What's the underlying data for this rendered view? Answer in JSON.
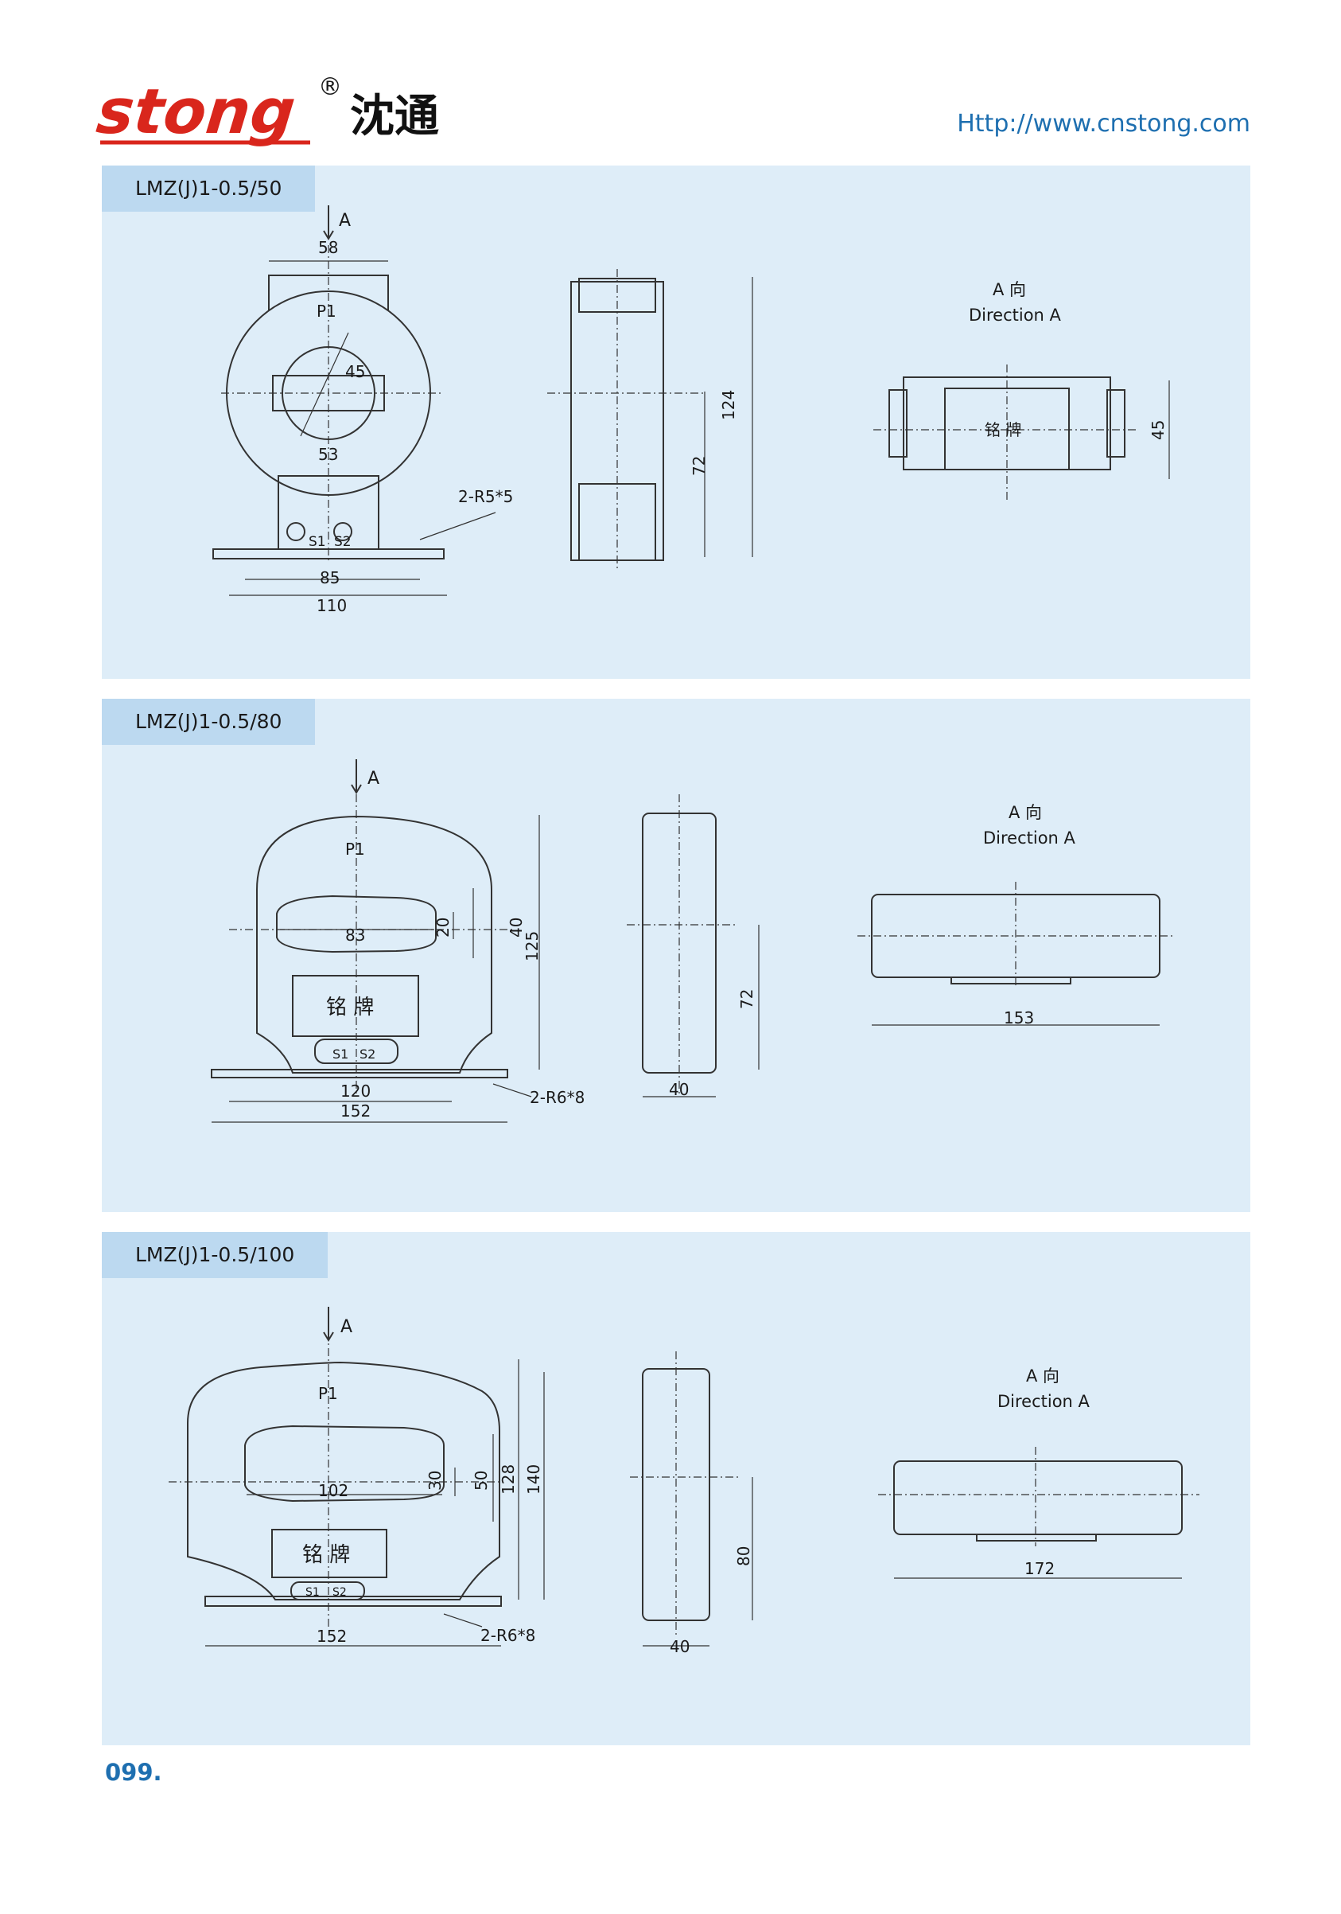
{
  "header": {
    "logo_text": "stong",
    "logo_registered": "®",
    "logo_chinese": "沈通",
    "website": "Http://www.cnstong.com"
  },
  "colors": {
    "brand_red": "#d9261c",
    "link_blue": "#1e6fb0",
    "panel_bg": "#deedf8",
    "tab_bg": "#bcd9f0"
  },
  "diagrams": [
    {
      "model": "LMZ(J)1-0.5/50",
      "arrow_label": "A",
      "terminal_p1": "P1",
      "terminal_s1": "S1",
      "terminal_s2": "S2",
      "dims": {
        "top_width": "58",
        "window_diameter": "45",
        "window_width": "53",
        "mount_spacing": "85",
        "base_width": "110",
        "mount_holes": "2-R5*5",
        "side_height": "124",
        "side_center_height": "72",
        "direction_height": "45"
      },
      "direction_cn": "A 向",
      "direction_en": "Direction A",
      "nameplate": "铭 牌"
    },
    {
      "model": "LMZ(J)1-0.5/80",
      "arrow_label": "A",
      "terminal_p1": "P1",
      "terminal_s1": "S1",
      "terminal_s2": "S2",
      "dims": {
        "window_width": "83",
        "window_height": "20",
        "window_outer": "40",
        "total_height": "125",
        "mount_spacing": "120",
        "base_width": "152",
        "mount_holes": "2-R6*8",
        "side_center_height": "72",
        "side_depth": "40",
        "direction_width": "153"
      },
      "direction_cn": "A 向",
      "direction_en": "Direction A",
      "nameplate": "铭 牌"
    },
    {
      "model": "LMZ(J)1-0.5/100",
      "arrow_label": "A",
      "terminal_p1": "P1",
      "terminal_s1": "S1",
      "terminal_s2": "S2",
      "dims": {
        "window_width": "102",
        "window_height": "30",
        "window_outer": "50",
        "center_height": "128",
        "total_height": "140",
        "base_width": "152",
        "mount_holes": "2-R6*8",
        "side_center_height": "80",
        "side_depth": "40",
        "direction_width": "172"
      },
      "direction_cn": "A 向",
      "direction_en": "Direction A",
      "nameplate": "铭 牌"
    }
  ],
  "page_number": "099."
}
